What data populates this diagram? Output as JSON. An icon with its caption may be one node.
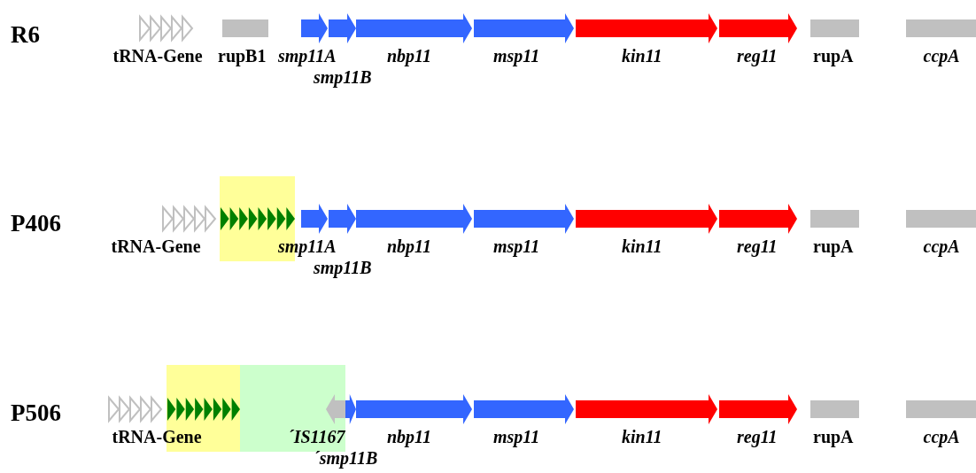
{
  "diagram": {
    "nodes": [
      {
        "text": [
          "tRNA-Gene"
        ]
      },
      {
        "text": [
          "rupB1"
        ]
      },
      {
        "text": [
          "smp11A"
        ]
      },
      {
        "text": [
          "smp11B"
        ]
      },
      {
        "text": [
          "nbp11"
        ]
      },
      {
        "text": [
          "msp11"
        ]
      },
      {
        "text": [
          "kin11"
        ]
      },
      {
        "text": [
          "reg11"
        ]
      },
      {
        "text": [
          "rupA"
        ]
      },
      {
        "text": [
          "ccpA"
        ]
      },
      {
        "text": [
          "tRNA-Gene"
        ]
      },
      {
        "text": [],
        "shape": "box"
      },
      {
        "text": [],
        "shape": "arrow",
        "in": 11
      },
      {
        "text": [
          "smp11A"
        ]
      },
      {
        "text": [
          "smp11B"
        ]
      },
      {
        "text": [
          "nbp11"
        ]
      },
      {
        "text": [
          "msp11"
        ]
      },
      {
        "text": [
          "kin11"
        ]
      },
      {
        "text": [
          "reg11"
        ]
      },
      {
        "text": [
          "rupA"
        ]
      },
      {
        "text": [
          "ccpA"
        ]
      },
      {
        "text": [
          "tRNA-Gene"
        ]
      },
      {
        "text": [],
        "shape": "box"
      },
      {
        "text": [],
        "shape": "box"
      },
      {
        "text": [],
        "shape": "arrow",
        "in": 22
      },
      {
        "text": [
          "´IS1167"
        ],
        "in": 23
      },
      {
        "text": [
          "´smp11B"
        ]
      },
      {
        "text": [
          "nbp11"
        ]
      },
      {
        "text": [
          "msp11"
        ]
      },
      {
        "text": [
          "kin11"
        ]
      },
      {
        "text": [
          "reg11"
        ]
      },
      {
        "text": [
          "rupA"
        ]
      },
      {
        "text": [
          "ccpA"
        ]
      }
    ],
    "labels": [
      "R6",
      "P406",
      "P506"
    ]
  }
}
